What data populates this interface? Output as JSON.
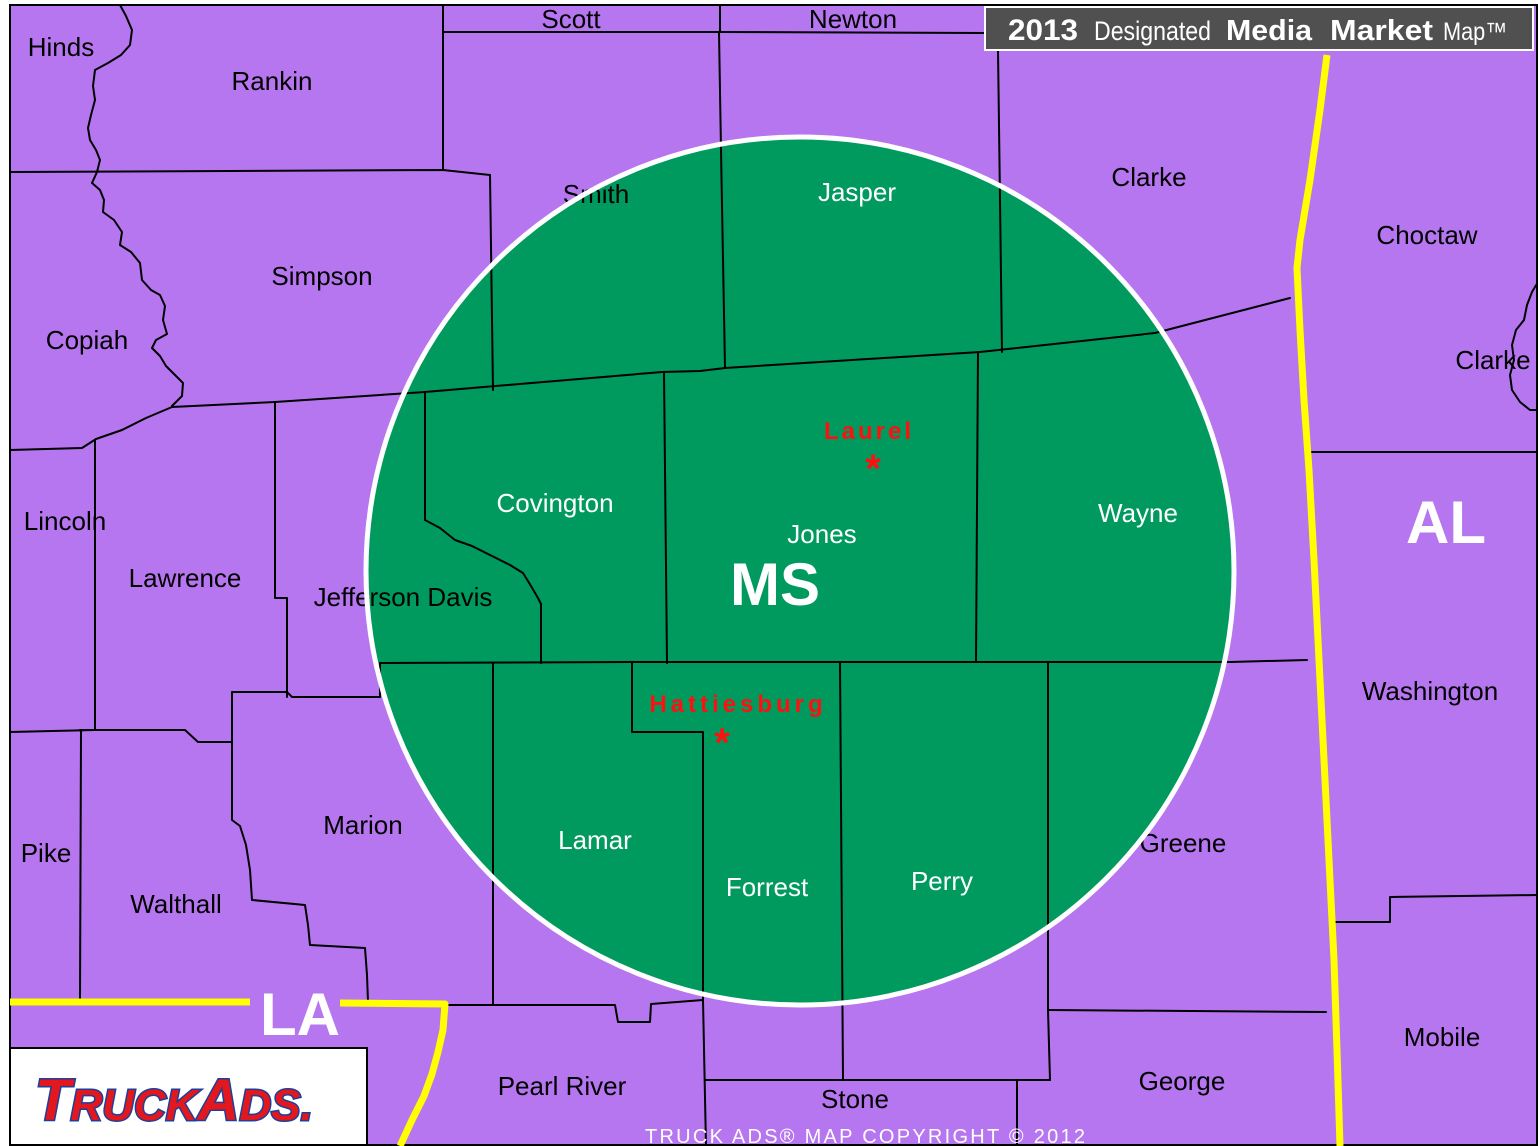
{
  "title": {
    "year": "2013",
    "designated": "Designated",
    "media": "Media",
    "market": "Market",
    "map": "Map™"
  },
  "states": {
    "ms": "MS",
    "al": "AL",
    "la": "LA"
  },
  "counties": {
    "hinds": "Hinds",
    "rankin": "Rankin",
    "scott": "Scott",
    "newton": "Newton",
    "smith": "Smith",
    "jasper": "Jasper",
    "clarke_ms": "Clarke",
    "choctaw": "Choctaw",
    "clarke_al": "Clarke",
    "simpson": "Simpson",
    "copiah": "Copiah",
    "lincoln": "Lincoln",
    "lawrence": "Lawrence",
    "jefferson_davis": "Jefferson Davis",
    "covington": "Covington",
    "jones": "Jones",
    "wayne": "Wayne",
    "washington": "Washington",
    "lamar": "Lamar",
    "forrest": "Forrest",
    "perry": "Perry",
    "greene": "Greene",
    "marion": "Marion",
    "pike": "Pike",
    "walthall": "Walthall",
    "pearl_river": "Pearl River",
    "stone": "Stone",
    "george": "George",
    "mobile": "Mobile"
  },
  "cities": [
    {
      "name": "Laurel",
      "marker": "*"
    },
    {
      "name": "Hattiesburg",
      "marker": "*"
    }
  ],
  "logo": {
    "parts": [
      "T",
      "RUCK",
      "A",
      "DS",
      "."
    ]
  },
  "copyright": "TRUCK ADS® MAP COPYRIGHT © 2012",
  "colors": {
    "land": "#B676F0",
    "coverage": "#009A5F",
    "state_line": "#FFFF00",
    "city": "#FF1010",
    "logo_red": "#E3171E"
  }
}
